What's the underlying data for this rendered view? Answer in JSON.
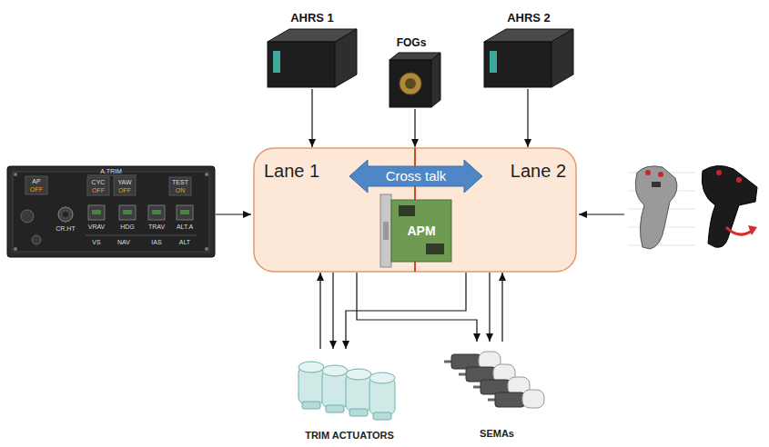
{
  "diagram": {
    "nodes": [
      {
        "text": [
          "AHRS 1"
        ]
      },
      {
        "text": [
          "FOGs"
        ]
      },
      {
        "text": [
          "AHRS 2"
        ]
      },
      {
        "text": [
          "Lane 1",
          "Lane 2"
        ]
      },
      {
        "text": [
          "Cross talk"
        ],
        "in": 3
      },
      {
        "text": [
          "APM"
        ],
        "in": 3
      },
      {
        "text": [
          "TRIM ACTUATORS"
        ]
      },
      {
        "text": [
          "SEMAs"
        ]
      }
    ],
    "edges": [
      {
        "from": 0,
        "to": 3,
        "arrow": "to"
      },
      {
        "from": 1,
        "to": 3,
        "arrow": "to"
      },
      {
        "from": 2,
        "to": 3,
        "arrow": "to"
      },
      {
        "from": 6,
        "to": 3,
        "arrow": "to"
      },
      {
        "from": 3,
        "to": 6,
        "arrow": "to"
      },
      {
        "from": 3,
        "to": 6,
        "arrow": "to"
      },
      {
        "from": 3,
        "to": 7,
        "arrow": "to"
      },
      {
        "from": 3,
        "to": 7,
        "arrow": "to"
      },
      {
        "from": 7,
        "to": 3,
        "arrow": "to"
      }
    ],
    "labels": [
      "AP",
      "OFF",
      "A.TRIM",
      "CYC",
      "OFF",
      "YAW",
      "OFF",
      "TEST",
      "ON",
      "CR.HT",
      "VRAV",
      "HDG",
      "TRAV",
      "ALT.A",
      "VS",
      "NAV",
      "IAS",
      "ALT"
    ]
  }
}
